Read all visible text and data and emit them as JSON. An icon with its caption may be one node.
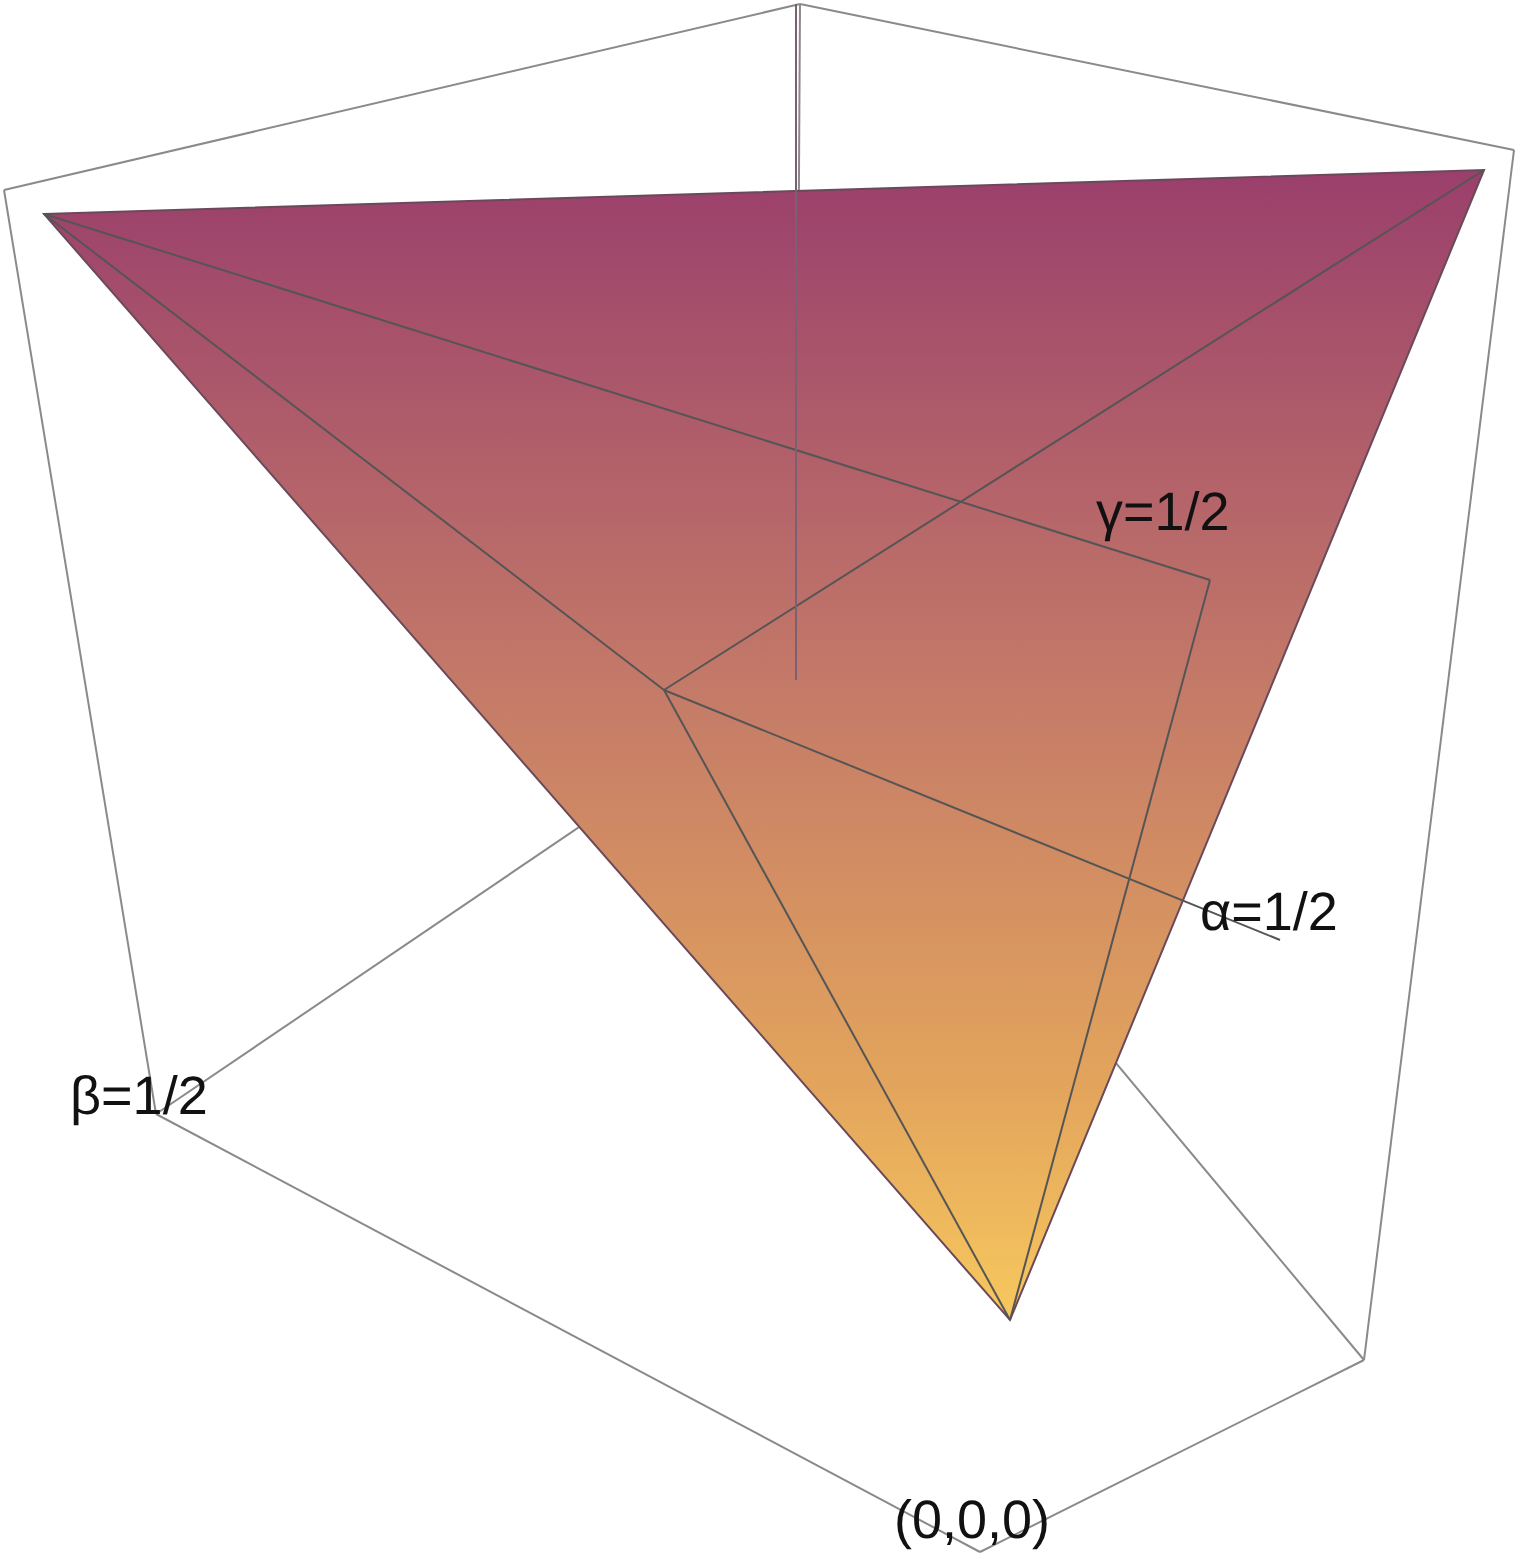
{
  "diagram": {
    "labels": [
      "γ=1/2",
      "α=1/2",
      "β=1/2",
      "(0,0,0)"
    ]
  }
}
